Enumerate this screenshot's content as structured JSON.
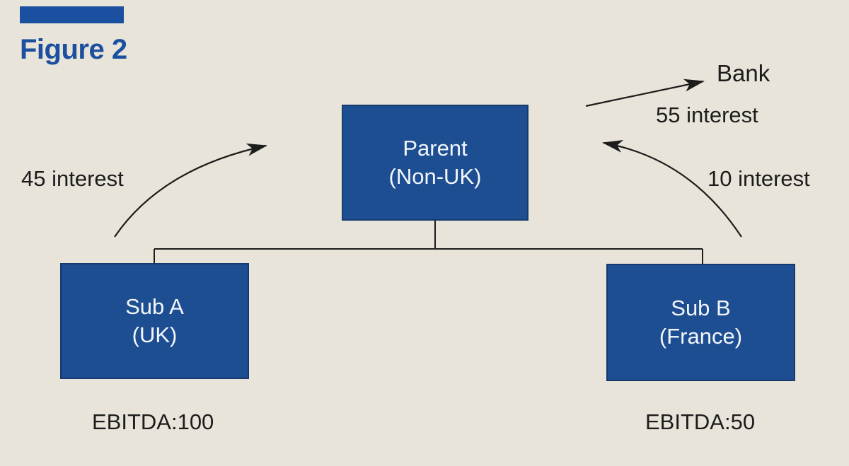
{
  "figure": {
    "label": "Figure 2"
  },
  "colors": {
    "background": "#e8e4d9",
    "box_blue": "#1e4e92",
    "box_border": "#16396e",
    "title_blue": "#1b4f9f",
    "line": "#1c1c1c",
    "box_text": "#f2f6fa"
  },
  "nodes": {
    "parent": {
      "name": "Parent",
      "location": "(Non-UK)"
    },
    "sub_a": {
      "name": "Sub A",
      "location": "(UK)"
    },
    "sub_b": {
      "name": "Sub B",
      "location": "(France)"
    },
    "bank": {
      "name": "Bank"
    }
  },
  "flows": {
    "sub_a_to_parent": {
      "label": "45 interest"
    },
    "parent_to_bank": {
      "label": "55 interest"
    },
    "sub_b_to_parent": {
      "label": "10 interest"
    }
  },
  "metrics": {
    "sub_a_ebitda": "EBITDA:100",
    "sub_b_ebitda": "EBITDA:50"
  }
}
